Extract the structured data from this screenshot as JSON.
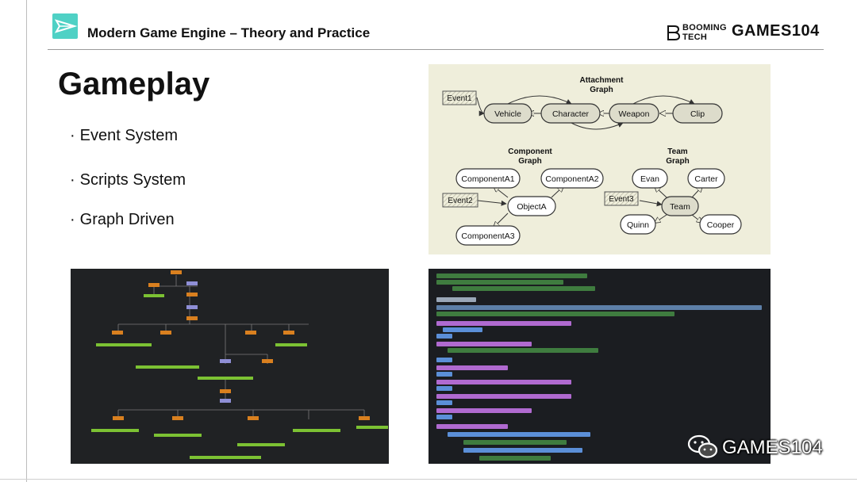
{
  "header": {
    "title": "Modern Game Engine – Theory and Practice",
    "brand_booming_line1": "BOOMING",
    "brand_booming_line2": "TECH",
    "brand_games": "GAMES104"
  },
  "slide": {
    "title": "Gameplay",
    "bullet_marker": "·",
    "bullets": [
      "Event System",
      "Scripts System",
      "Graph Driven"
    ]
  },
  "diagram": {
    "attachment_title_1": "Attachment",
    "attachment_title_2": "Graph",
    "component_title_1": "Component",
    "component_title_2": "Graph",
    "team_title_1": "Team",
    "team_title_2": "Graph",
    "events": [
      "Event1",
      "Event2",
      "Event3"
    ],
    "attachment_nodes": [
      "Vehicle",
      "Character",
      "Weapon",
      "Clip"
    ],
    "component_nodes": [
      "ComponentA1",
      "ComponentA2",
      "ObjectA",
      "ComponentA3"
    ],
    "team_nodes": [
      "Evan",
      "Carter",
      "Team",
      "Quinn",
      "Cooper"
    ]
  },
  "watermark": {
    "text": "GAMES104",
    "icon": "wechat-icon"
  },
  "colors": {
    "accent_teal": "#4fd1c5",
    "diagram_bg": "#efeedb",
    "node_fill": "#dddccb"
  }
}
